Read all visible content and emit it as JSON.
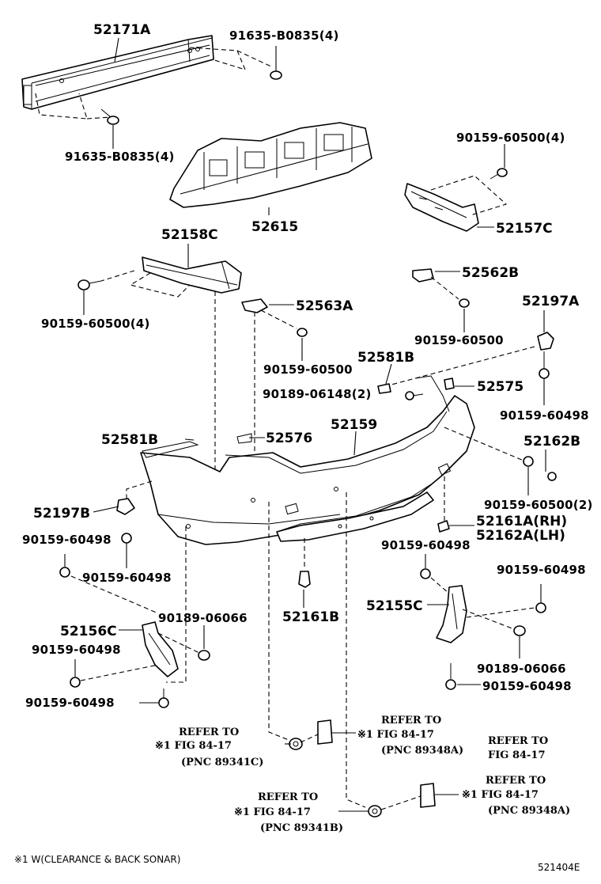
{
  "parts": [
    {
      "id": "p1",
      "label": "52171A"
    },
    {
      "id": "p2",
      "label": "91635-B0835(4)"
    },
    {
      "id": "p3",
      "label": "91635-B0835(4)"
    },
    {
      "id": "p4",
      "label": "90159-60500(4)"
    },
    {
      "id": "p5",
      "label": "52615"
    },
    {
      "id": "p6",
      "label": "52157C"
    },
    {
      "id": "p7",
      "label": "52158C"
    },
    {
      "id": "p8",
      "label": "52562B"
    },
    {
      "id": "p9",
      "label": "90159-60500(4)"
    },
    {
      "id": "p10",
      "label": "52563A"
    },
    {
      "id": "p11",
      "label": "52197A"
    },
    {
      "id": "p12",
      "label": "90159-60500"
    },
    {
      "id": "p13",
      "label": "90159-60500"
    },
    {
      "id": "p14",
      "label": "52581B"
    },
    {
      "id": "p15",
      "label": "90189-06148(2)"
    },
    {
      "id": "p16",
      "label": "52575"
    },
    {
      "id": "p17",
      "label": "90159-60498"
    },
    {
      "id": "p18",
      "label": "52159"
    },
    {
      "id": "p19",
      "label": "52581B"
    },
    {
      "id": "p20",
      "label": "52576"
    },
    {
      "id": "p21",
      "label": "52162B"
    },
    {
      "id": "p22",
      "label": "90159-60500(2)"
    },
    {
      "id": "p23",
      "label": "52197B"
    },
    {
      "id": "p24",
      "label": "52161A(RH)"
    },
    {
      "id": "p25",
      "label": "52162A(LH)"
    },
    {
      "id": "p26",
      "label": "90159-60498"
    },
    {
      "id": "p27",
      "label": "90159-60498"
    },
    {
      "id": "p28",
      "label": "90159-60498"
    },
    {
      "id": "p29",
      "label": "90159-60498"
    },
    {
      "id": "p30",
      "label": "52161B"
    },
    {
      "id": "p31",
      "label": "52155C"
    },
    {
      "id": "p32",
      "label": "90189-06066"
    },
    {
      "id": "p33",
      "label": "52156C"
    },
    {
      "id": "p34",
      "label": "90159-60498"
    },
    {
      "id": "p35",
      "label": "90189-06066"
    },
    {
      "id": "p36",
      "label": "90159-60498"
    },
    {
      "id": "p37",
      "label": "90159-60498"
    }
  ],
  "refs": [
    {
      "id": "r1",
      "line1": "REFER TO",
      "line2": "※1 FIG 84-17",
      "line3": "(PNC 89341C)"
    },
    {
      "id": "r2",
      "line1": "REFER TO",
      "line2": "※1 FIG 84-17",
      "line3": "(PNC 89348A)"
    },
    {
      "id": "r3",
      "line1": "REFER TO",
      "line2": "FIG 84-17"
    },
    {
      "id": "r4",
      "line1": "REFER TO",
      "line2": "※1 FIG 84-17",
      "line3": "(PNC 89341B)"
    },
    {
      "id": "r5",
      "line1": "REFER TO",
      "line2": "※1 FIG 84-17",
      "line3": "(PNC 89348A)"
    }
  ],
  "footnote": "※1 W(CLEARANCE & BACK SONAR)",
  "figure_code": "521404E"
}
